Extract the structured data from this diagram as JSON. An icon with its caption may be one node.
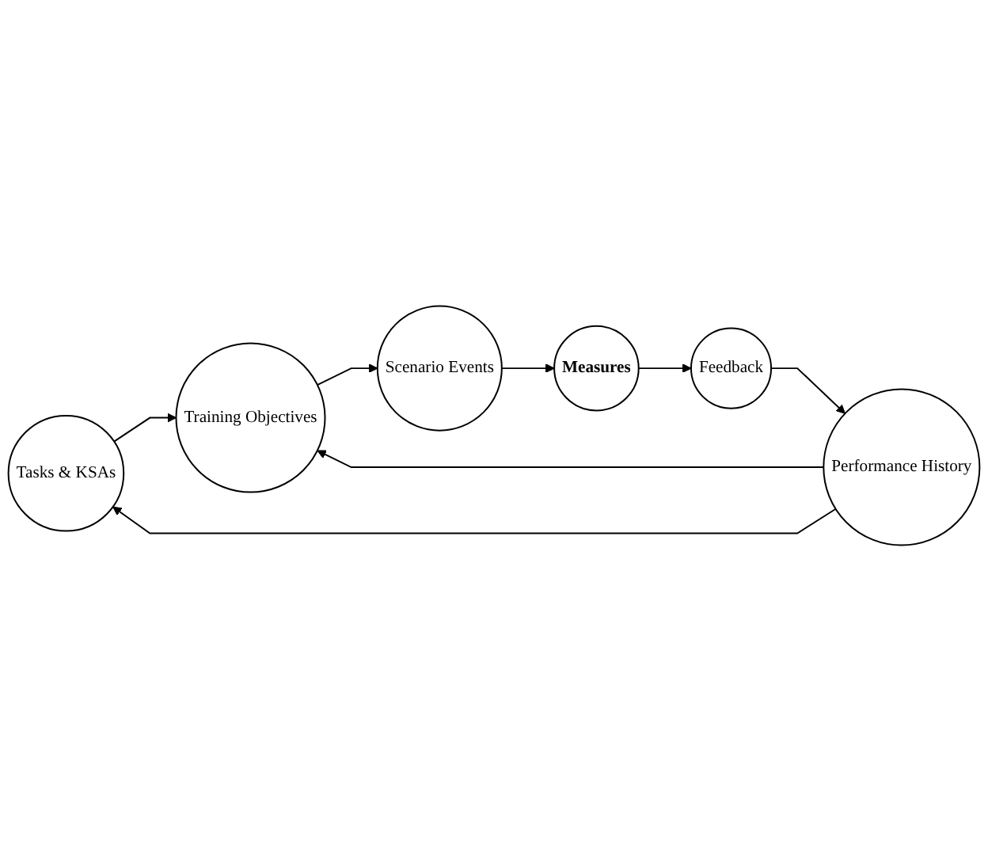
{
  "diagram": {
    "nodes": [
      {
        "text": [
          "Tasks & KSAs"
        ]
      },
      {
        "text": [
          "Training Objectives"
        ]
      },
      {
        "text": [
          "Scenario Events"
        ]
      },
      {
        "text": [
          "Measures"
        ]
      },
      {
        "text": [
          "Feedback"
        ]
      },
      {
        "text": [
          "Performance History"
        ]
      }
    ],
    "edges": [
      {
        "from": 0,
        "to": 1,
        "arrow": "to"
      },
      {
        "from": 1,
        "to": 2,
        "arrow": "to"
      },
      {
        "from": 2,
        "to": 3,
        "arrow": "to"
      },
      {
        "from": 3,
        "to": 4,
        "arrow": "to"
      },
      {
        "from": 4,
        "to": 5,
        "arrow": "to"
      },
      {
        "from": 5,
        "to": 0,
        "arrow": "to"
      },
      {
        "from": 5,
        "to": 1,
        "arrow": "to"
      }
    ]
  }
}
